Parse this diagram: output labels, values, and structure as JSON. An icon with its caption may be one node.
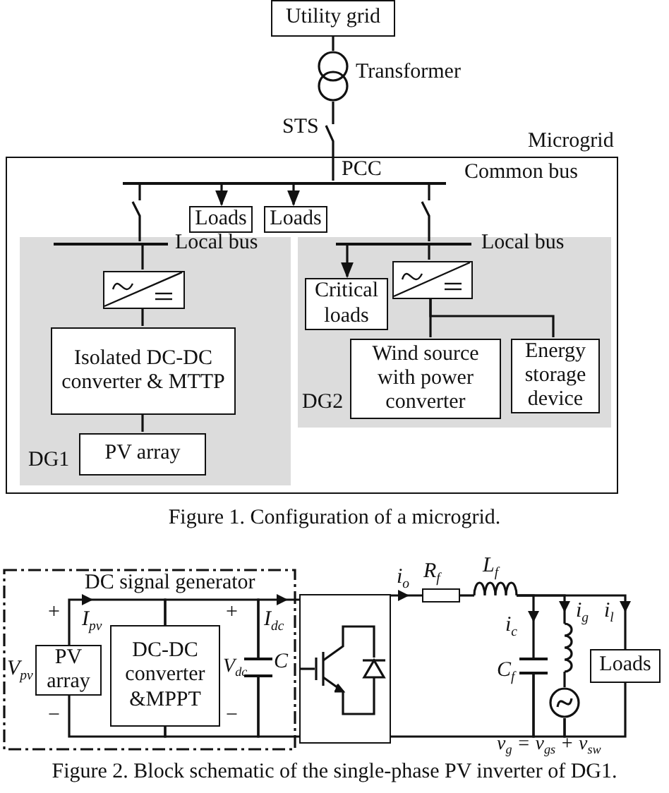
{
  "diagram": {
    "nodes": [
      {
        "text": [
          "Utility grid"
        ]
      },
      {
        "text": [],
        "shape": "transformer",
        "beside": [
          "Transformer"
        ]
      },
      {
        "text": [
          "Microgrid"
        ]
      },
      {
        "text": [],
        "shape": "bar",
        "in": 2,
        "beside": [
          "Common bus"
        ]
      },
      {
        "text": [
          "Loads"
        ],
        "in": 2
      },
      {
        "text": [
          "Loads"
        ],
        "in": 2
      },
      {
        "text": [
          "DG1"
        ],
        "in": 2
      },
      {
        "text": [],
        "shape": "bar",
        "in": 6,
        "beside": [
          "Local bus"
        ]
      },
      {
        "text": [],
        "shape": "box",
        "in": 6
      },
      {
        "text": [
          "Isolated DC-DC converter & MTTP"
        ],
        "in": 6
      },
      {
        "text": [
          "PV array"
        ],
        "in": 6
      },
      {
        "text": [
          "DG2"
        ],
        "in": 2
      },
      {
        "text": [],
        "shape": "bar",
        "in": 11,
        "beside": [
          "Local bus"
        ]
      },
      {
        "text": [
          "Critical loads"
        ],
        "in": 11
      },
      {
        "text": [],
        "shape": "box",
        "in": 11
      },
      {
        "text": [
          "Wind source with power converter"
        ],
        "in": 11
      },
      {
        "text": [
          "Energy storage device"
        ],
        "in": 11
      },
      {
        "text": [
          "DC signal generator"
        ]
      },
      {
        "text": [
          "PV array"
        ],
        "in": 17,
        "beside": [
          "V$_{pv}$"
        ]
      },
      {
        "text": [
          "DC-DC converter &MPPT"
        ],
        "in": 17
      },
      {
        "text": [],
        "shape": "capacitor",
        "in": 17,
        "beside": [
          "C"
        ]
      },
      {
        "text": [],
        "shape": "box"
      },
      {
        "text": [],
        "shape": "resistor",
        "beside": [
          "R$_{f}$"
        ]
      },
      {
        "text": [],
        "shape": "inductor",
        "beside": [
          "L$_{f}$"
        ]
      },
      {
        "text": [],
        "shape": "capacitor",
        "beside": [
          "C$_{f}$"
        ]
      },
      {
        "text": [],
        "shape": "inductor"
      },
      {
        "text": [],
        "shape": "circle"
      },
      {
        "text": [
          "Loads"
        ]
      }
    ],
    "edges": [
      {
        "from": 0,
        "to": 1,
        "arrow": "none"
      },
      {
        "from": 1,
        "to": 3,
        "arrow": "none"
      },
      {
        "from": 3,
        "to": 4,
        "arrow": "to"
      },
      {
        "from": 3,
        "to": 5,
        "arrow": "to"
      },
      {
        "from": 3,
        "to": 7,
        "arrow": "none"
      },
      {
        "from": 3,
        "to": 12,
        "arrow": "none"
      },
      {
        "from": 7,
        "to": 8,
        "arrow": "none"
      },
      {
        "from": 8,
        "to": 9,
        "arrow": "none"
      },
      {
        "from": 9,
        "to": 10,
        "arrow": "none"
      },
      {
        "from": 12,
        "to": 13,
        "arrow": "to"
      },
      {
        "from": 12,
        "to": 14,
        "arrow": "none"
      },
      {
        "from": 14,
        "to": 15,
        "arrow": "none"
      },
      {
        "from": 14,
        "to": 16,
        "arrow": "none"
      },
      {
        "from": 18,
        "to": 19,
        "arrow": "to",
        "label": "I$_{pv}$"
      },
      {
        "from": 19,
        "to": 20,
        "arrow": "none"
      },
      {
        "from": 20,
        "to": 21,
        "arrow": "to",
        "label": "I$_{dc}$"
      },
      {
        "from": 18,
        "to": 19,
        "arrow": "none"
      },
      {
        "from": 19,
        "to": 20,
        "arrow": "none"
      },
      {
        "from": 20,
        "to": 21,
        "arrow": "none"
      },
      {
        "from": 21,
        "to": 22,
        "arrow": "to",
        "label": "i$_{o}$"
      },
      {
        "from": 22,
        "to": 23,
        "arrow": "none"
      },
      {
        "from": 23,
        "to": 24,
        "arrow": "to",
        "label": "i$_{c}$"
      },
      {
        "from": 23,
        "to": 25,
        "arrow": "to",
        "label": "i$_{g}$"
      },
      {
        "from": 23,
        "to": 27,
        "arrow": "to",
        "label": "i$_{l}$"
      },
      {
        "from": 25,
        "to": 26,
        "arrow": "none"
      },
      {
        "from": 21,
        "to": 24,
        "arrow": "none"
      },
      {
        "from": 24,
        "to": 26,
        "arrow": "none"
      },
      {
        "from": 26,
        "to": 27,
        "arrow": "none"
      }
    ],
    "labels": [
      "STS",
      "PCC",
      "Figure 1. Configuration of a microgrid.",
      "+",
      "−",
      "+",
      "V$_{dc}$",
      "−",
      "v$_{g}$ = v$_{gs}$ + v$_{sw}$",
      "Figure 2. Block schematic of the single-phase PV inverter of DG1."
    ]
  }
}
